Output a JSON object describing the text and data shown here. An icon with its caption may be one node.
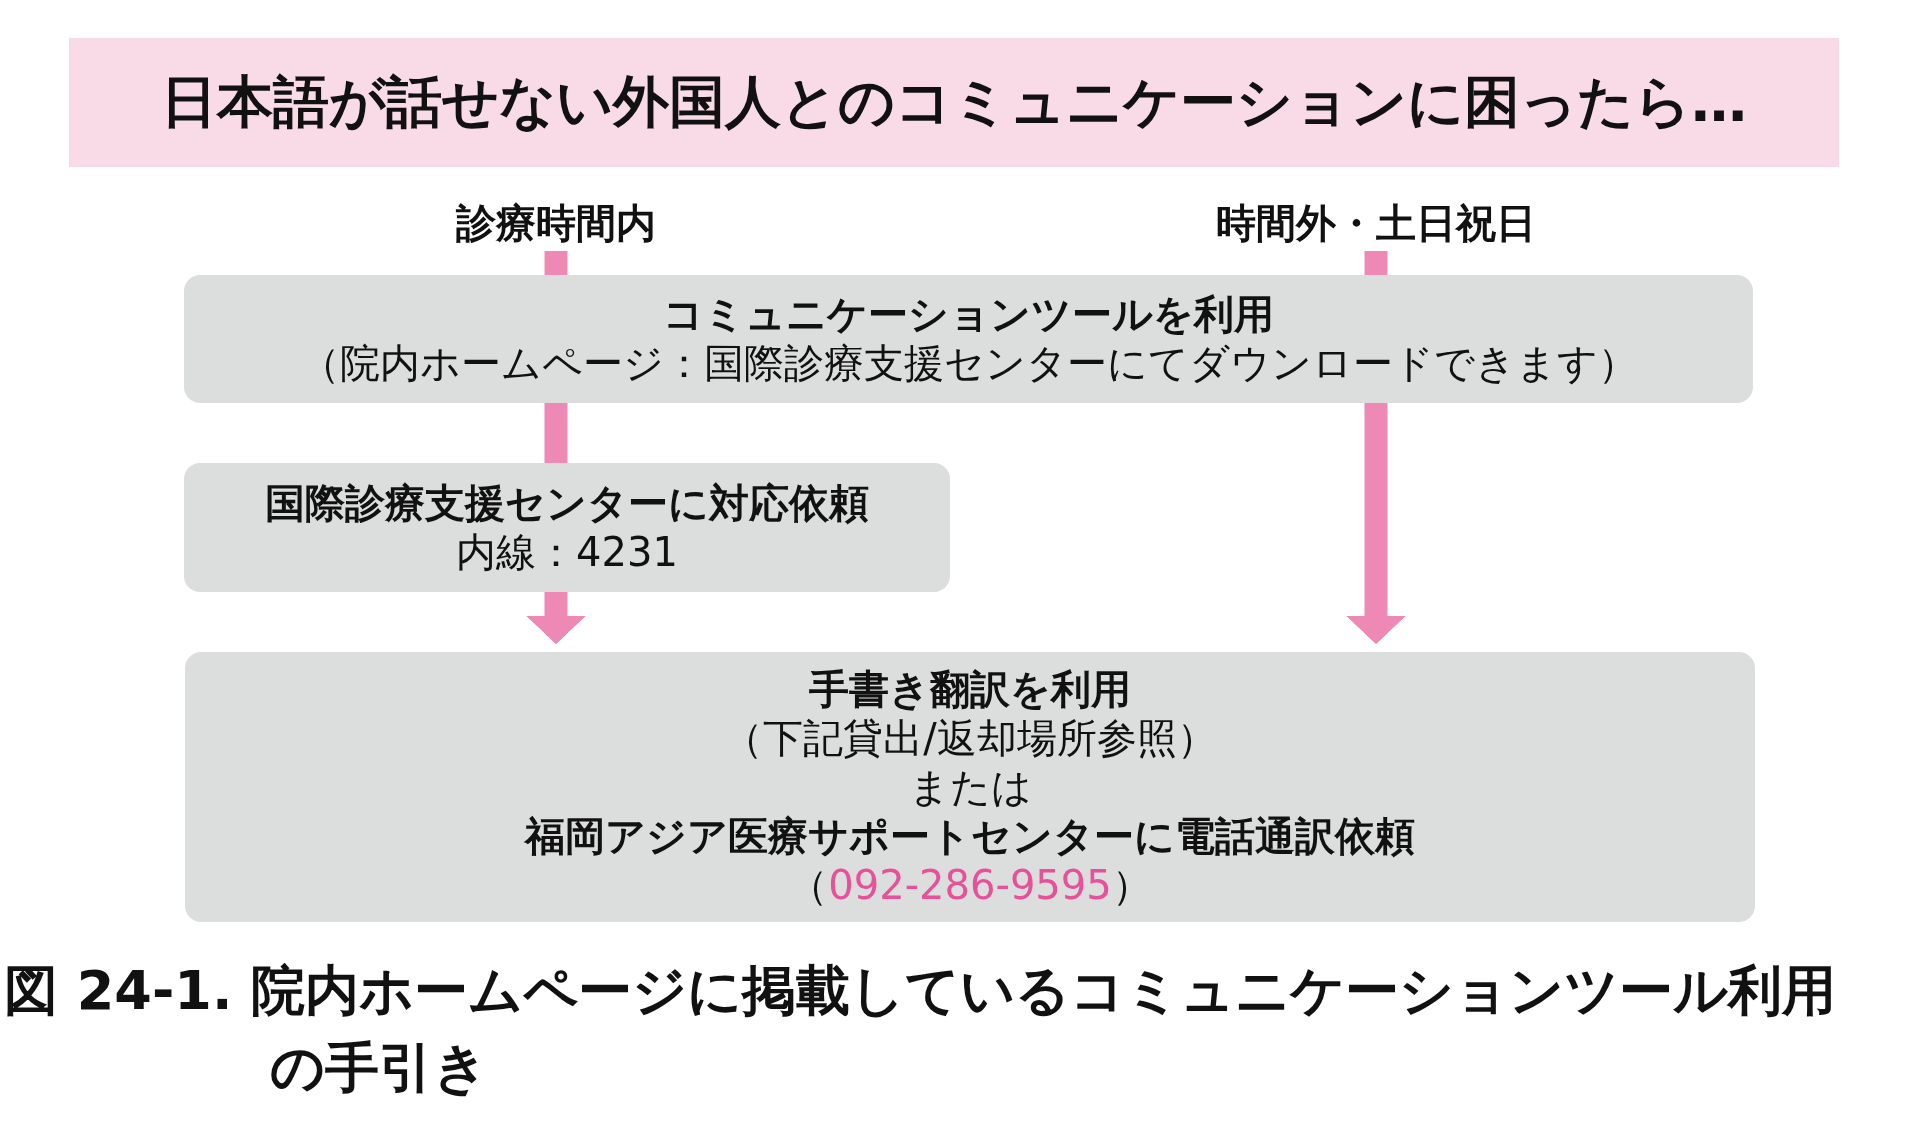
{
  "diagram": {
    "title": "日本語が話せない外国人とのコミュニケーションに困ったら…",
    "caption": "図 24-1. 院内ホームページに掲載しているコミュニケーションツール利用の手引き",
    "nodes": [
      {
        "text": [
          "診療時間内"
        ]
      },
      {
        "text": [
          "時間外・土日祝日"
        ]
      },
      {
        "text": [
          "コミュニケーションツールを利用",
          "（院内ホームページ：国際診療支援センターにてダウンロードできます）"
        ]
      },
      {
        "text": [
          "国際診療支援センターに対応依頼",
          "内線：4231"
        ]
      },
      {
        "text": [
          "手書き翻訳を利用",
          "（下記貸出/返却場所参照）",
          "または",
          "福岡アジア医療サポートセンターに電話通訳依頼",
          "（092-286-9595）"
        ]
      }
    ],
    "edges": [
      {
        "from": 0,
        "to": 2,
        "arrow": "none"
      },
      {
        "from": 2,
        "to": 3,
        "arrow": "none"
      },
      {
        "from": 3,
        "to": 4,
        "arrow": "to"
      },
      {
        "from": 1,
        "to": 2,
        "arrow": "none"
      },
      {
        "from": 2,
        "to": 4,
        "arrow": "to"
      }
    ]
  }
}
